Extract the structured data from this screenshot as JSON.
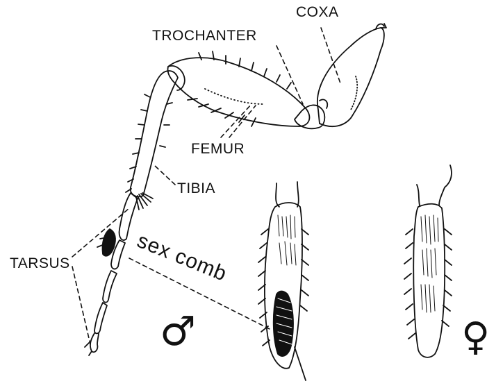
{
  "labels": {
    "coxa": "COXA",
    "trochanter": "TROCHANTER",
    "femur": "FEMUR",
    "tibia": "TIBIA",
    "tarsus": "TARSUS",
    "sex_comb": "sex comb"
  },
  "symbols": {
    "male": "♂",
    "female": "♀"
  },
  "colors": {
    "ink": "#111111",
    "background": "#ffffff"
  }
}
